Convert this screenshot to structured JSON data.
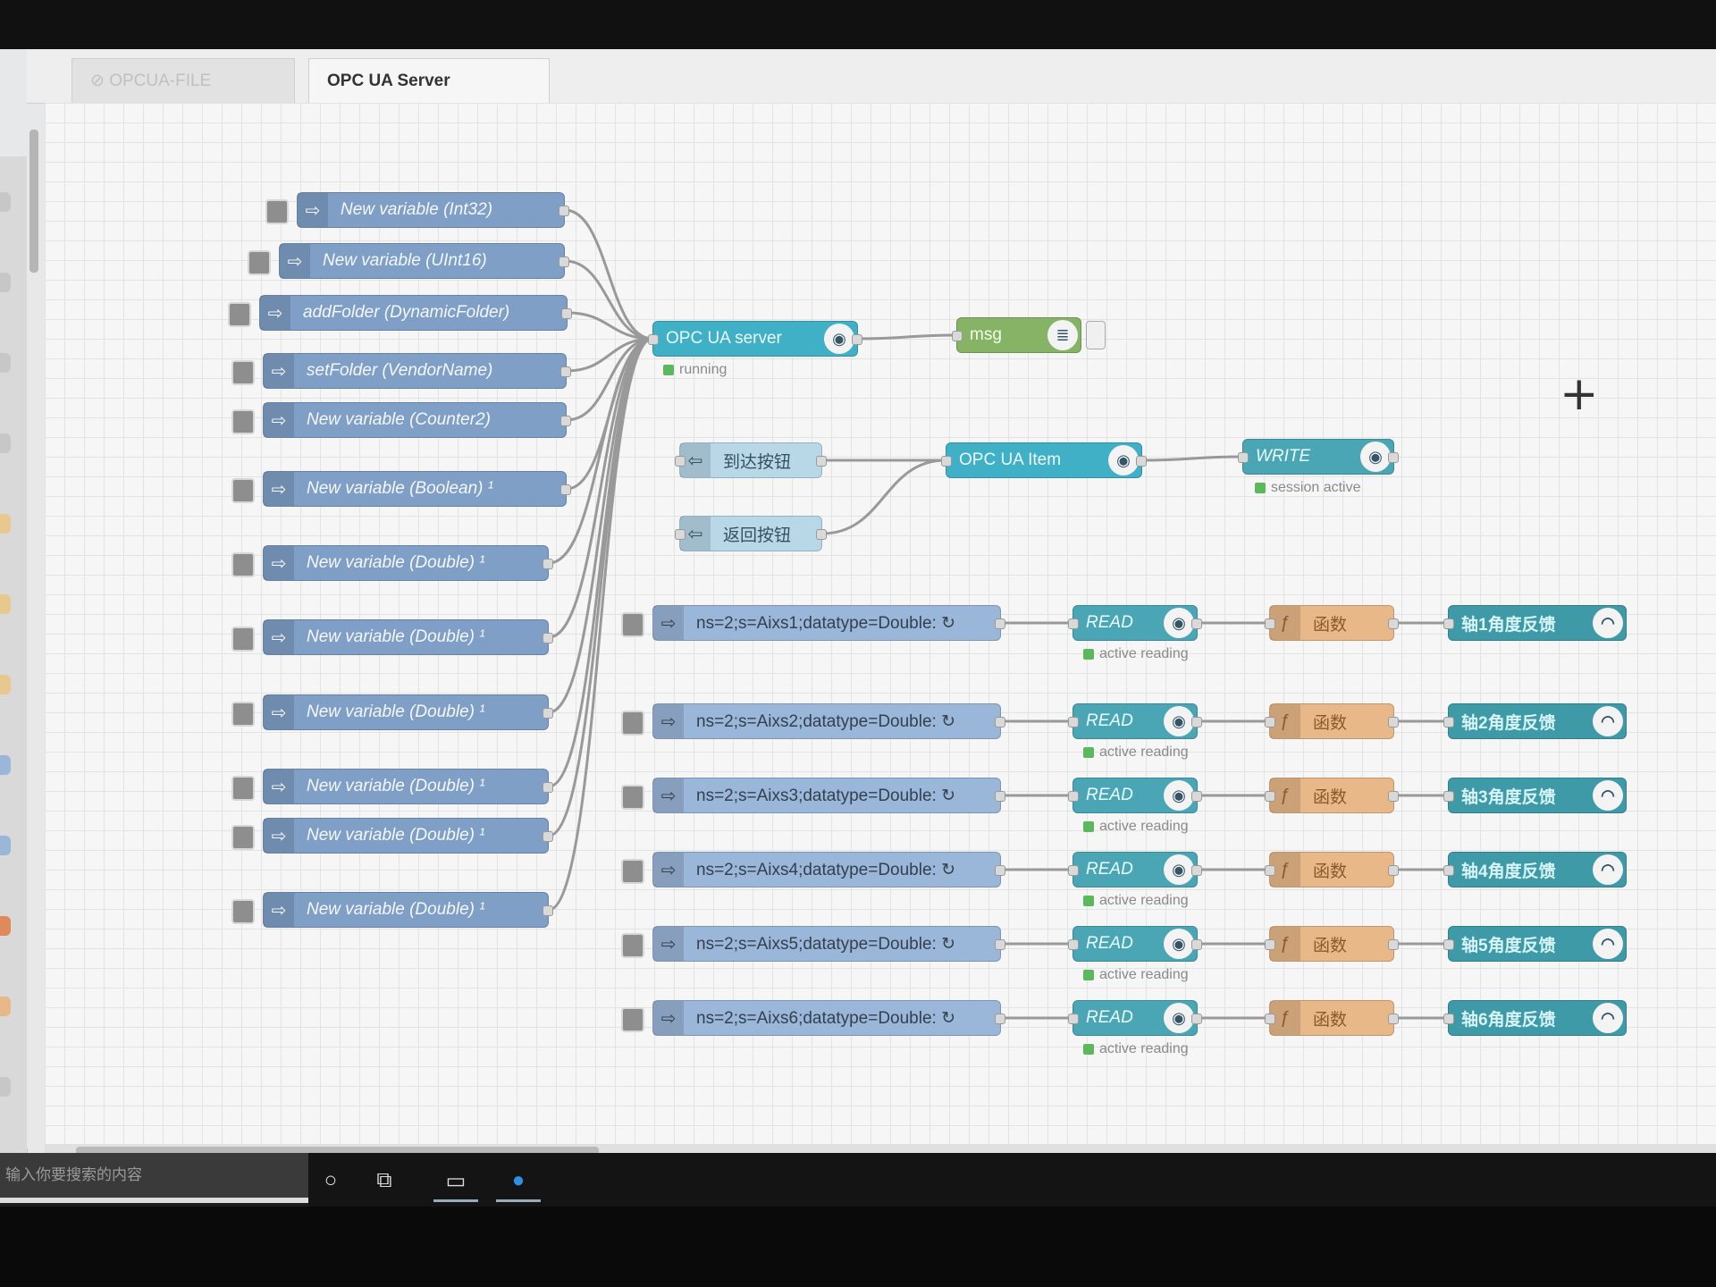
{
  "tabs": [
    {
      "label": "OPCUA-FILE",
      "active": false
    },
    {
      "label": "OPC UA Server",
      "active": true
    }
  ],
  "left_inject_nodes": [
    {
      "label": "New variable (Int32)"
    },
    {
      "label": "New variable (UInt16)"
    },
    {
      "label": "addFolder (DynamicFolder)"
    },
    {
      "label": "setFolder (VendorName)"
    },
    {
      "label": "New variable (Counter2)"
    },
    {
      "label": "New variable (Boolean) ¹"
    },
    {
      "label": "New variable (Double) ¹"
    },
    {
      "label": "New variable (Double) ¹"
    },
    {
      "label": "New variable (Double) ¹"
    },
    {
      "label": "New variable (Double) ¹"
    },
    {
      "label": "New variable (Double) ¹"
    },
    {
      "label": "New variable (Double) ¹"
    }
  ],
  "server_node": {
    "label": "OPC UA server",
    "status": "running"
  },
  "debug_node": {
    "label": "msg"
  },
  "link_nodes": [
    {
      "label": "到达按钮"
    },
    {
      "label": "返回按钮"
    }
  ],
  "item_node": {
    "label": "OPC UA Item"
  },
  "write_node": {
    "label": "WRITE",
    "status": "session active"
  },
  "read_rows": [
    {
      "inject": "ns=2;s=Aixs1;datatype=Double: ↻",
      "read": "READ",
      "status": "active reading",
      "func": "函数",
      "output": "轴1角度反馈"
    },
    {
      "inject": "ns=2;s=Aixs2;datatype=Double: ↻",
      "read": "READ",
      "status": "active reading",
      "func": "函数",
      "output": "轴2角度反馈"
    },
    {
      "inject": "ns=2;s=Aixs3;datatype=Double: ↻",
      "read": "READ",
      "status": "active reading",
      "func": "函数",
      "output": "轴3角度反馈"
    },
    {
      "inject": "ns=2;s=Aixs4;datatype=Double: ↻",
      "read": "READ",
      "status": "active reading",
      "func": "函数",
      "output": "轴4角度反馈"
    },
    {
      "inject": "ns=2;s=Aixs5;datatype=Double: ↻",
      "read": "READ",
      "status": "active reading",
      "func": "函数",
      "output": "轴5角度反馈"
    },
    {
      "inject": "ns=2;s=Aixs6;datatype=Double: ↻",
      "read": "READ",
      "status": "active reading",
      "func": "函数",
      "output": "轴6角度反馈"
    }
  ],
  "taskbar": {
    "search_placeholder": "输入你要搜索的内容"
  },
  "colors": {
    "inject": "#7f9fc6",
    "opcua": "#3fb0c6",
    "function": "#e8b888",
    "output": "#3f9aa8",
    "debug": "#86b365",
    "status_ok": "#5cb85c"
  },
  "icons": {
    "inject": "arrow-right-icon",
    "opcua": "opcua-globe-icon",
    "function": "function-icon",
    "debug": "list-icon",
    "output": "gauge-icon",
    "link": "link-icon"
  }
}
